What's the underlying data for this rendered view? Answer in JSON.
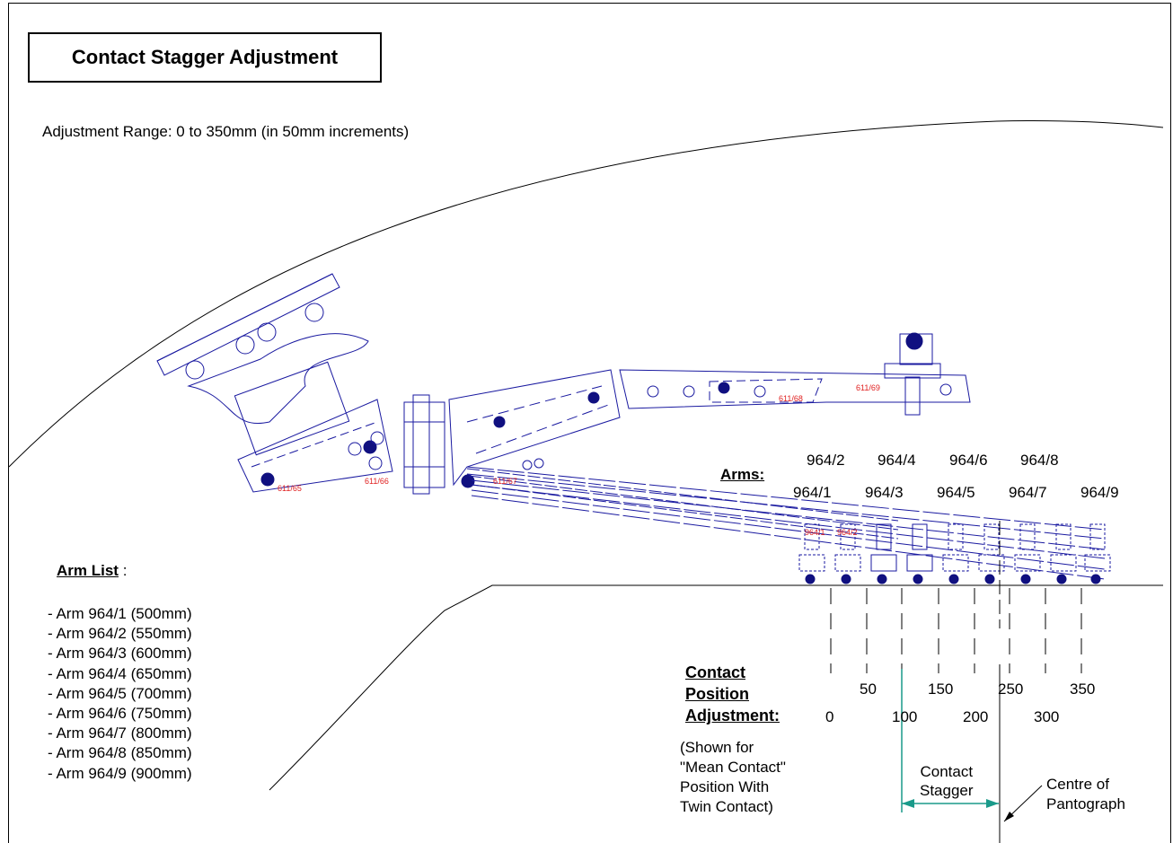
{
  "title": "Contact Stagger Adjustment",
  "adjustment_range": "Adjustment Range:  0 to 350mm (in 50mm increments)",
  "arms_label": "Arms:",
  "arm_numbers_top": [
    "964/2",
    "964/4",
    "964/6",
    "964/8"
  ],
  "arm_numbers_bottom": [
    "964/1",
    "964/3",
    "964/5",
    "964/7",
    "964/9"
  ],
  "arm_list_title": "Arm List",
  "arm_list_colon": " :",
  "arm_list": [
    "- Arm 964/1  (500mm)",
    "- Arm 964/2  (550mm)",
    "- Arm 964/3  (600mm)",
    "- Arm 964/4  (650mm)",
    "- Arm 964/5  (700mm)",
    "- Arm 964/6  (750mm)",
    "- Arm 964/7  (800mm)",
    "- Arm 964/8  (850mm)",
    "- Arm 964/9  (900mm)"
  ],
  "cpa_label": [
    "Contact",
    "Position",
    "Adjustment:"
  ],
  "scale_top": [
    "50",
    "150",
    "250",
    "350"
  ],
  "scale_bottom": [
    "0",
    "100",
    "200",
    "300"
  ],
  "shown_for": [
    "(Shown for",
    "\"Mean Contact\"",
    "Position With",
    "Twin Contact)"
  ],
  "contact_stagger": [
    "Contact",
    "Stagger"
  ],
  "centre_of_pantograph": [
    "Centre of",
    "Pantograph"
  ],
  "part_labels": [
    "611/65",
    "611/66",
    "611/67",
    "611/68",
    "611/69",
    "964/1",
    "964/2"
  ],
  "colors": {
    "drawing": "#1a1aa0",
    "part_label": "#e02020",
    "dimension": "#1a9a8a"
  }
}
